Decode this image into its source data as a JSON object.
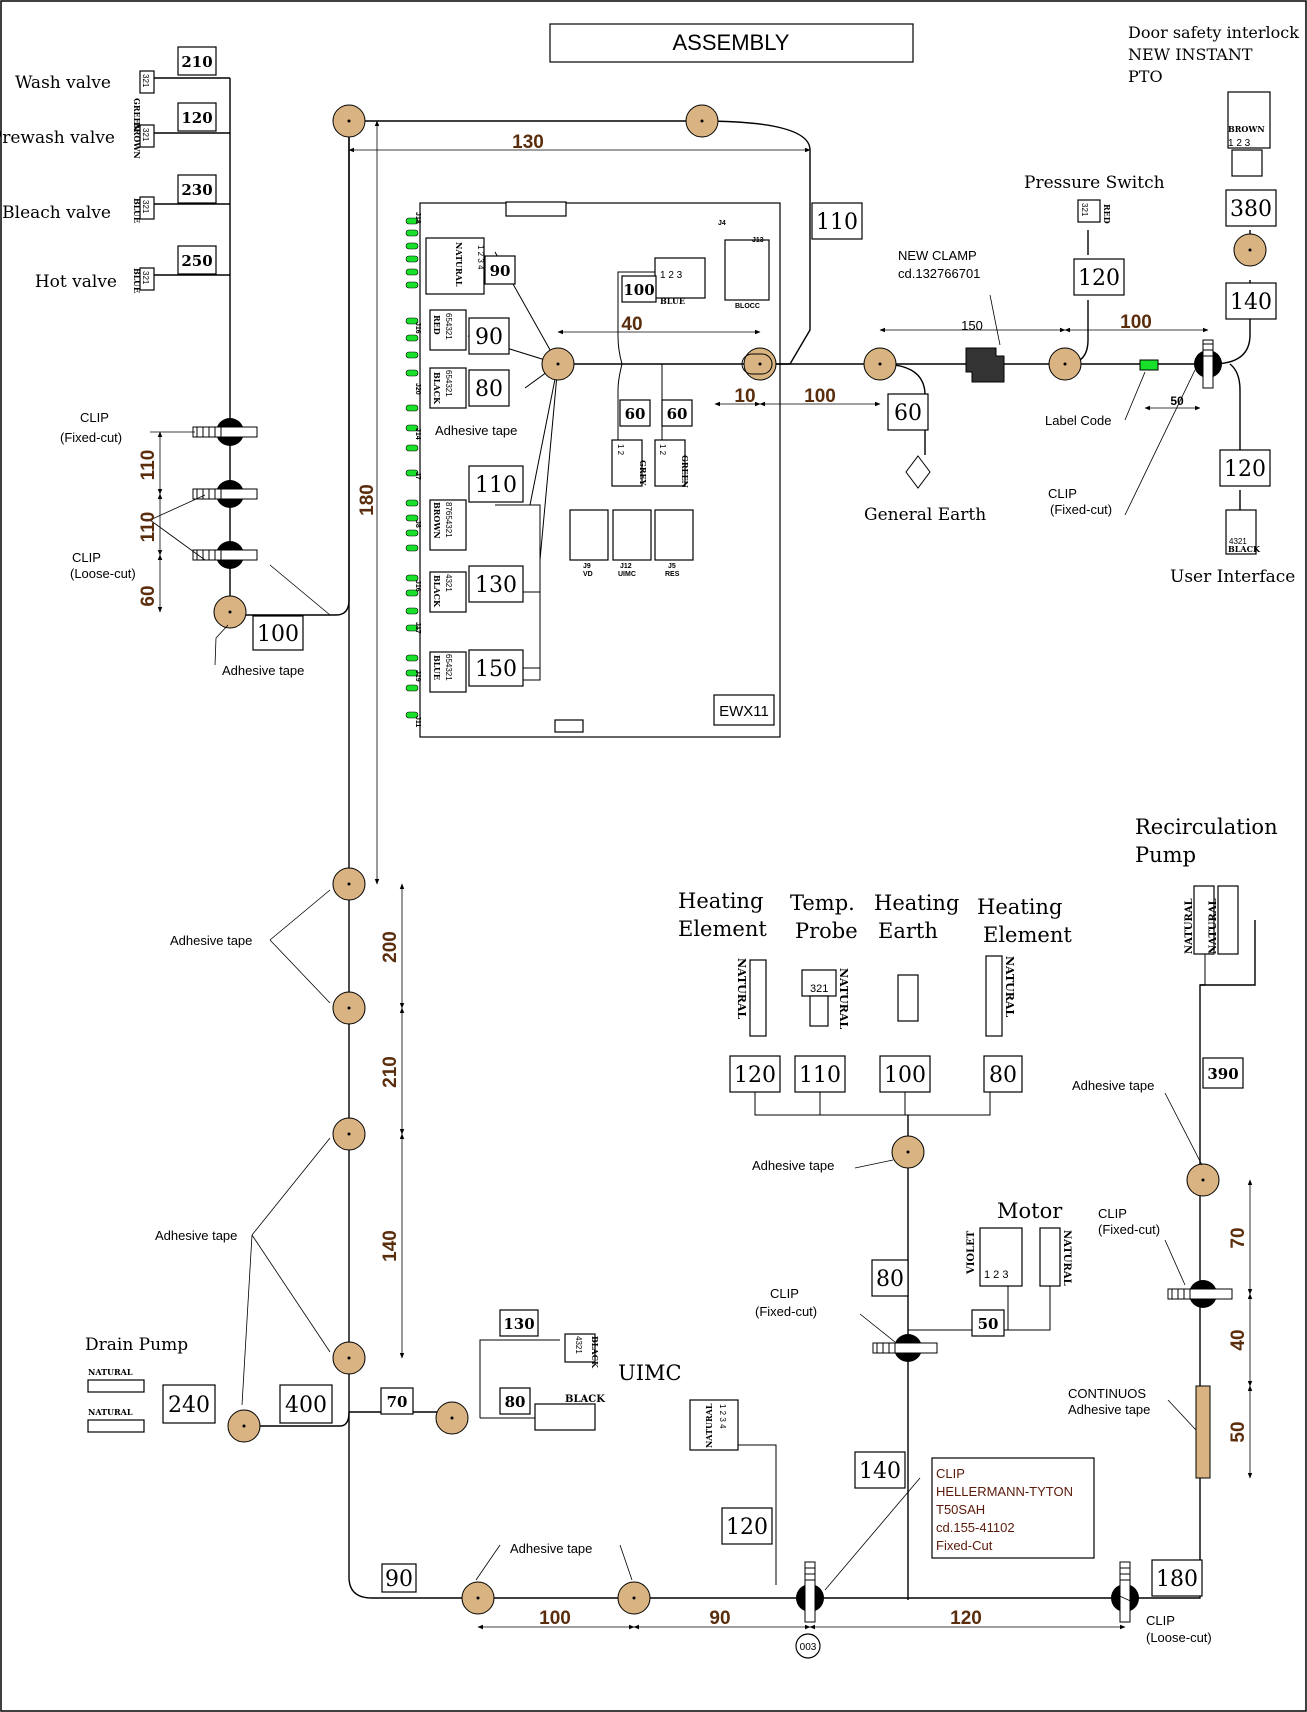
{
  "title": "ASSEMBLY",
  "board": "EWX11",
  "labels": {
    "door_lines": [
      "Door safety  interlock",
      "NEW INSTANT",
      "PTO"
    ],
    "wash": "Wash valve",
    "prewash": "Prewash valve",
    "bleach": "Bleach valve",
    "hot": "Hot valve",
    "pressure": "Pressure Switch",
    "new_clamp": [
      "NEW CLAMP",
      "cd.132766701"
    ],
    "general_earth": "General Earth",
    "user_interface": "User Interface",
    "label_code": "Label Code",
    "clip": "CLIP",
    "fixed_cut": "(Fixed-cut)",
    "loose_cut": "(Loose-cut)",
    "adhesive": "Adhesive tape",
    "recirc": [
      "Recirculation",
      "Pump"
    ],
    "heating_element": [
      "Heating",
      "Element"
    ],
    "temp_probe": [
      "Temp.",
      "Probe"
    ],
    "heating_earth": [
      "Heating",
      "Earth"
    ],
    "motor": "Motor",
    "drain": "Drain Pump",
    "uimc": "UIMC",
    "continuos": [
      "CONTINUOS",
      "Adhesive tape"
    ],
    "clip_note": [
      "CLIP",
      "HELLERMANN-TYTON",
      "T50SAH",
      "cd.155-41102",
      "Fixed-Cut"
    ],
    "ref003": "003"
  },
  "wire_colors": {
    "green": "GREEN",
    "brown": "BROWN",
    "blue": "BLUE",
    "red": "RED",
    "black": "BLACK",
    "natural": "NATURAL",
    "grey": "GREY",
    "violet": "VIOLET"
  },
  "pins": {
    "p321": "321",
    "p123": "1 2 3",
    "p1234": "1 2 3 4",
    "p4321": "4321",
    "p654321": "654321",
    "p87654321": "87654321",
    "p12": "1 2"
  },
  "connectors": {
    "j18": "J18",
    "j4": "J4",
    "j13": "J13",
    "j16": "J16",
    "j20": "J20",
    "j14": "J14",
    "j7": "J7",
    "j8": "J8",
    "j17": "J17",
    "j19": "J19",
    "j11": "J11",
    "j9": "J9",
    "j12": "J12",
    "j5": "J5",
    "blocc": "BLOCC",
    "vd": "VD",
    "uimc_small": "UIMC",
    "res": "RES"
  },
  "lengths": {
    "wash": "210",
    "prewash": "120",
    "bleach": "230",
    "hot": "250",
    "tb90": "90",
    "j18_90": "90",
    "j20_80": "80",
    "j8_110": "110",
    "j16_130": "130",
    "j19_150": "150",
    "blue100": "100",
    "grey60": "60",
    "green60": "60",
    "top110": "110",
    "door380": "380",
    "door140": "140",
    "press120": "120",
    "earth60": "60",
    "ui120": "120",
    "clip100": "100",
    "he120": "120",
    "tp110": "110",
    "he100": "100",
    "he80": "80",
    "recirc390": "390",
    "motor80": "80",
    "motor50": "50",
    "uimc130": "130",
    "uimc80": "80",
    "uimc70": "70",
    "drain240": "240",
    "drain400": "400",
    "bottom140": "140",
    "bottom120": "120",
    "bottom90": "90",
    "bottom180": "180"
  },
  "dimensions": {
    "d130": "130",
    "d180": "180",
    "d40": "40",
    "d10": "10",
    "d100a": "100",
    "d150": "150",
    "d100b": "100",
    "d50": "50",
    "d110a": "110",
    "d110b": "110",
    "d60": "60",
    "d200": "200",
    "d210": "210",
    "d140": "140",
    "d70": "70",
    "d40b": "40",
    "d50b": "50",
    "d100c": "100",
    "d90": "90",
    "d120": "120"
  }
}
